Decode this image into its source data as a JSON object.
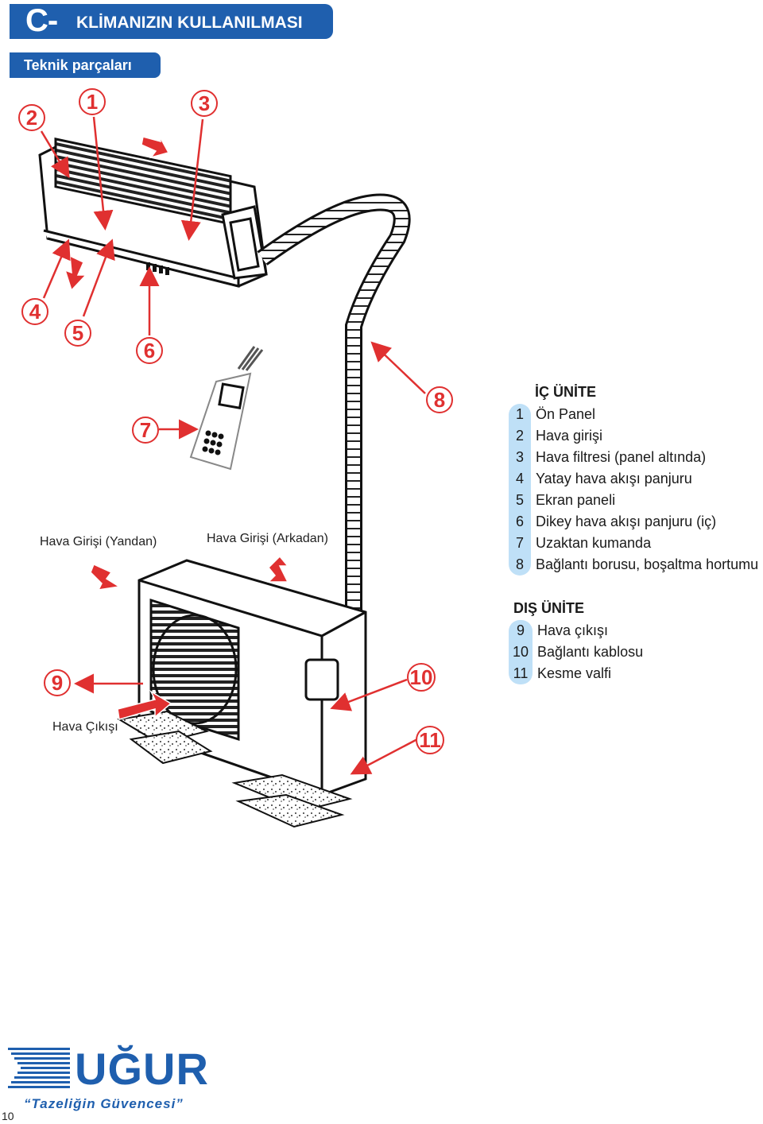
{
  "header": {
    "letter": "C-",
    "title": "KLİMANIZIN KULLANILMASI"
  },
  "section": {
    "title": "Teknik parçaları"
  },
  "diagram": {
    "callouts": [
      "1",
      "2",
      "3",
      "4",
      "5",
      "6",
      "7",
      "8",
      "9",
      "10",
      "11"
    ],
    "labels": {
      "air_intake_side": "Hava Girişi (Yandan)",
      "air_intake_back": "Hava Girişi (Arkadan)",
      "air_outlet": "Hava Çıkışı"
    }
  },
  "legend": {
    "indoor": {
      "title": "İÇ ÜNİTE",
      "items": [
        {
          "num": "1",
          "text": "Ön Panel"
        },
        {
          "num": "2",
          "text": "Hava girişi"
        },
        {
          "num": "3",
          "text": "Hava filtresi (panel altında)"
        },
        {
          "num": "4",
          "text": "Yatay hava akışı panjuru"
        },
        {
          "num": "5",
          "text": "Ekran paneli"
        },
        {
          "num": "6",
          "text": "Dikey hava akışı panjuru (iç)"
        },
        {
          "num": "7",
          "text": "Uzaktan kumanda"
        },
        {
          "num": "8",
          "text": "Bağlantı borusu, boşaltma hortumu"
        }
      ]
    },
    "outdoor": {
      "title": "DIŞ ÜNİTE",
      "items": [
        {
          "num": "9",
          "text": "Hava çıkışı"
        },
        {
          "num": "10",
          "text": "Bağlantı kablosu"
        },
        {
          "num": "11",
          "text": "Kesme valfi"
        }
      ]
    }
  },
  "brand": {
    "name": "UĞUR",
    "slogan": "“Tazeliğin Güvencesi”"
  },
  "page_number": "10",
  "colors": {
    "brand_blue": "#1f5fae",
    "callout_red": "#e03030",
    "legend_pill": "#bfe0f7"
  }
}
